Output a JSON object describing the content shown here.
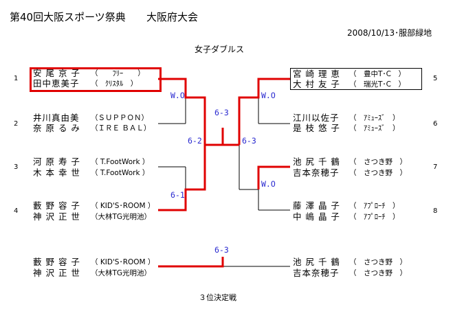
{
  "title_left": "第40回大阪スポーツ祭典",
  "title_right": "大阪府大会",
  "date_location": "2008/10/13･服部緑地",
  "event": "女子ダブルス",
  "third_place_label": "３位決定戦",
  "colors": {
    "winner_line": "#e00000",
    "score": "#2a2ad0"
  },
  "left": [
    {
      "seed": "1",
      "p1": "安 尾 京 子",
      "c1": "（　　ﾌﾘｰ　　）",
      "p2": "田中恵美子",
      "c2": "（　ｸﾘｽﾀﾙ　）"
    },
    {
      "seed": "2",
      "p1": "井川真由美",
      "c1": "（ＳＵＰＰＯＮ）",
      "p2": "奈 原 る み",
      "c2": "（ＩＲＥ ＢＡＬ）"
    },
    {
      "seed": "3",
      "p1": "河 原 寿 子",
      "c1": "（ T.FootWork ）",
      "p2": "木 本 幸 世",
      "c2": "（ T.FootWork ）"
    },
    {
      "seed": "4",
      "p1": "藪 野 容 子",
      "c1": "（ KID'S･ROOM ）",
      "p2": "神 沢 正 世",
      "c2": "（大林TG光明池）"
    }
  ],
  "right": [
    {
      "seed": "5",
      "p1": "宮 崎 理 恵",
      "c1": "（　豊中T･C　）",
      "p2": "大 村 友 子",
      "c2": "（　瑞光T･C　）"
    },
    {
      "seed": "6",
      "p1": "江川以佐子",
      "c1": "（　ｱﾐｭｰｽﾞ　）",
      "p2": "是 枝 悠 子",
      "c2": "（　ｱﾐｭｰｽﾞ　）"
    },
    {
      "seed": "7",
      "p1": "池 尻 千 鶴",
      "c1": "（　さつき野　）",
      "p2": "吉本奈穂子",
      "c2": "（　さつき野　）"
    },
    {
      "seed": "8",
      "p1": "藤 澤 晶 子",
      "c1": "（　ｱﾌﾟﾛｰﾁ　）",
      "p2": "中 嶋 晶 子",
      "c2": "（　ｱﾌﾟﾛｰﾁ　）"
    }
  ],
  "third_place": {
    "left": {
      "p1": "藪 野 容 子",
      "c1": "（ KID'S･ROOM ）",
      "p2": "神 沢 正 世",
      "c2": "（大林TG光明池）"
    },
    "right": {
      "p1": "池 尻 千 鶴",
      "c1": "（　さつき野　）",
      "p2": "吉本奈穂子",
      "c2": "（　さつき野　）"
    },
    "score": "6-3"
  },
  "scores": {
    "left_r1_top": "W.O",
    "left_r1_bottom": "6-1",
    "left_semi": "6-2",
    "final": "6-3",
    "right_semi": "6-3",
    "right_r1_top": "W.O",
    "right_r1_bottom": "W.O"
  }
}
